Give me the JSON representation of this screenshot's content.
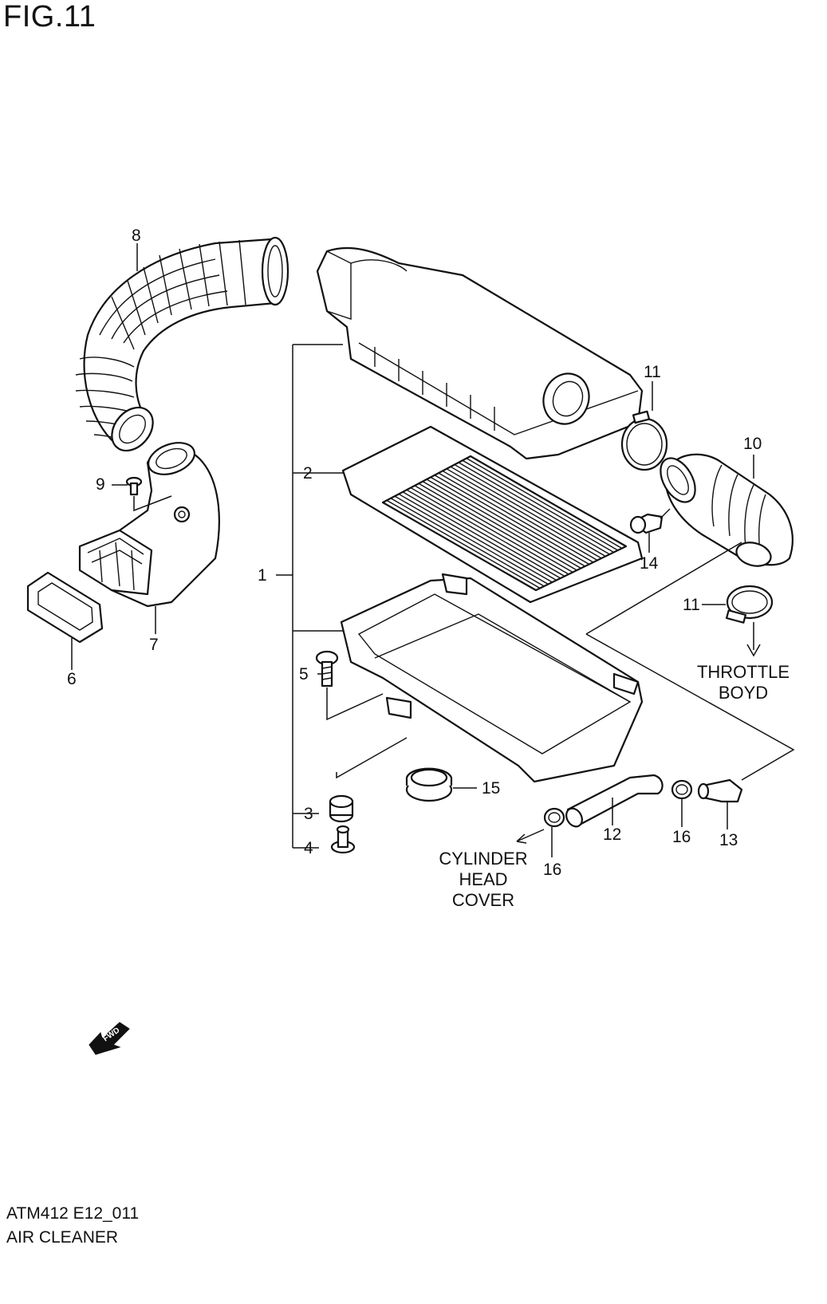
{
  "figure": {
    "title": "FIG.11"
  },
  "footer": {
    "code": "ATM412 E12_011",
    "name": "AIR CLEANER"
  },
  "labels": {
    "p1": "1",
    "p2": "2",
    "p3": "3",
    "p4": "4",
    "p5": "5",
    "p6": "6",
    "p7": "7",
    "p8": "8",
    "p9": "9",
    "p10": "10",
    "p11a": "11",
    "p11b": "11",
    "p12": "12",
    "p13": "13",
    "p14": "14",
    "p15": "15",
    "p16a": "16",
    "p16b": "16"
  },
  "notes": {
    "throttle": [
      "THROTTLE",
      "BOYD"
    ],
    "cylinder": [
      "CYLINDER",
      "HEAD",
      "COVER"
    ]
  },
  "fwd": "FWD"
}
